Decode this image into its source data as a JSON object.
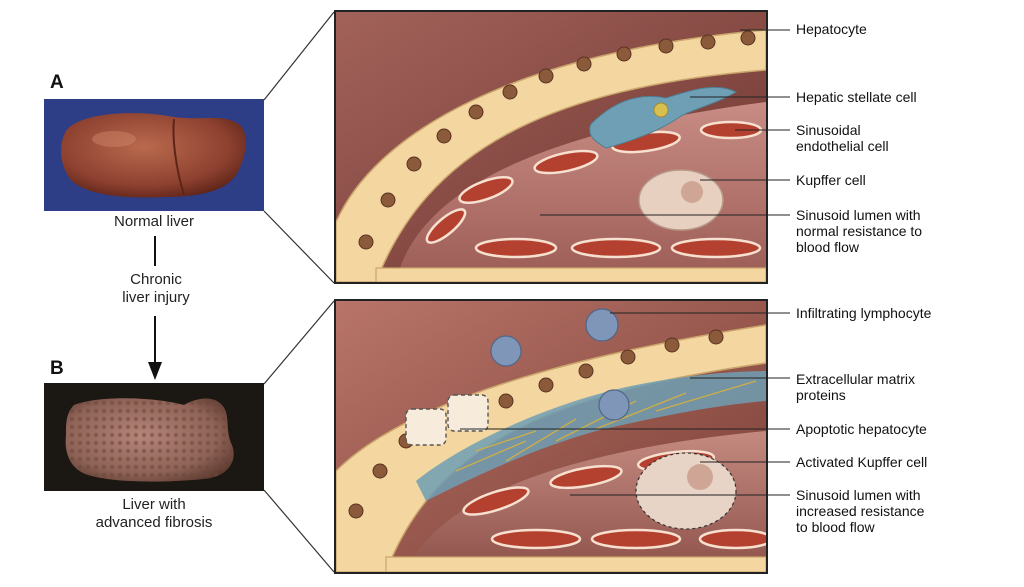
{
  "panel_a": {
    "letter": "A",
    "liver_label": "Normal liver",
    "callouts": [
      [
        "Hepatocyte"
      ],
      [
        "Hepatic stellate cell"
      ],
      [
        "Sinusoidal",
        "endothelial cell"
      ],
      [
        "Kupffer cell"
      ],
      [
        "Sinusoid lumen with",
        "normal resistance to",
        "blood flow"
      ]
    ]
  },
  "transition": {
    "lines": [
      "Chronic",
      "liver injury"
    ]
  },
  "panel_b": {
    "letter": "B",
    "liver_label_lines": [
      "Liver with",
      "advanced fibrosis"
    ],
    "callouts": [
      [
        "Infiltrating lymphocyte"
      ],
      [
        "Extracellular matrix",
        "proteins"
      ],
      [
        "Apoptotic hepatocyte"
      ],
      [
        "Activated Kupffer cell"
      ],
      [
        "Sinusoid lumen with",
        "increased resistance",
        "to blood flow"
      ]
    ]
  },
  "colors": {
    "thumb_a_bg": "#2e3e86",
    "thumb_b_bg": "#1b1712",
    "hepatocyte": "#f3d6a0",
    "tissue": "#8a4a40",
    "stellate": "#6f9fb4",
    "endothelial": "#b4412f"
  }
}
